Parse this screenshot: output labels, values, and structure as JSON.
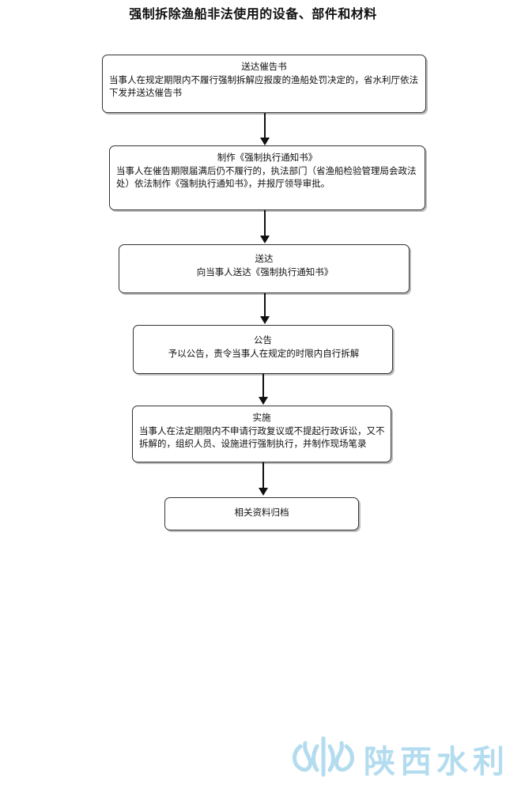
{
  "title": "强制拆除渔船非法使用的设备、部件和材料",
  "steps": [
    {
      "title": "送达催告书",
      "body": "当事人在规定期限内不履行强制拆解应报废的渔船处罚决定的，省水利厅依法下发并送达催告书"
    },
    {
      "title": "制作《强制执行通知书》",
      "body": "当事人在催告期限届满后仍不履行的，执法部门（省渔船检验管理局会政法处）依法制作《强制执行通知书》，并报厅领导审批。"
    },
    {
      "title": "送达",
      "body": "向当事人送达《强制执行通知书》"
    },
    {
      "title": "公告",
      "body": "予以公告，责令当事人在规定的时限内自行拆解"
    },
    {
      "title": "实施",
      "body": "当事人在法定期限内不申请行政复议或不提起行政诉讼，又不拆解的，组织人员、设施进行强制执行，并制作现场笔录"
    },
    {
      "title": "相关资料归档"
    }
  ],
  "logo": {
    "text": "陕西水利",
    "color": "#b3dcef"
  }
}
